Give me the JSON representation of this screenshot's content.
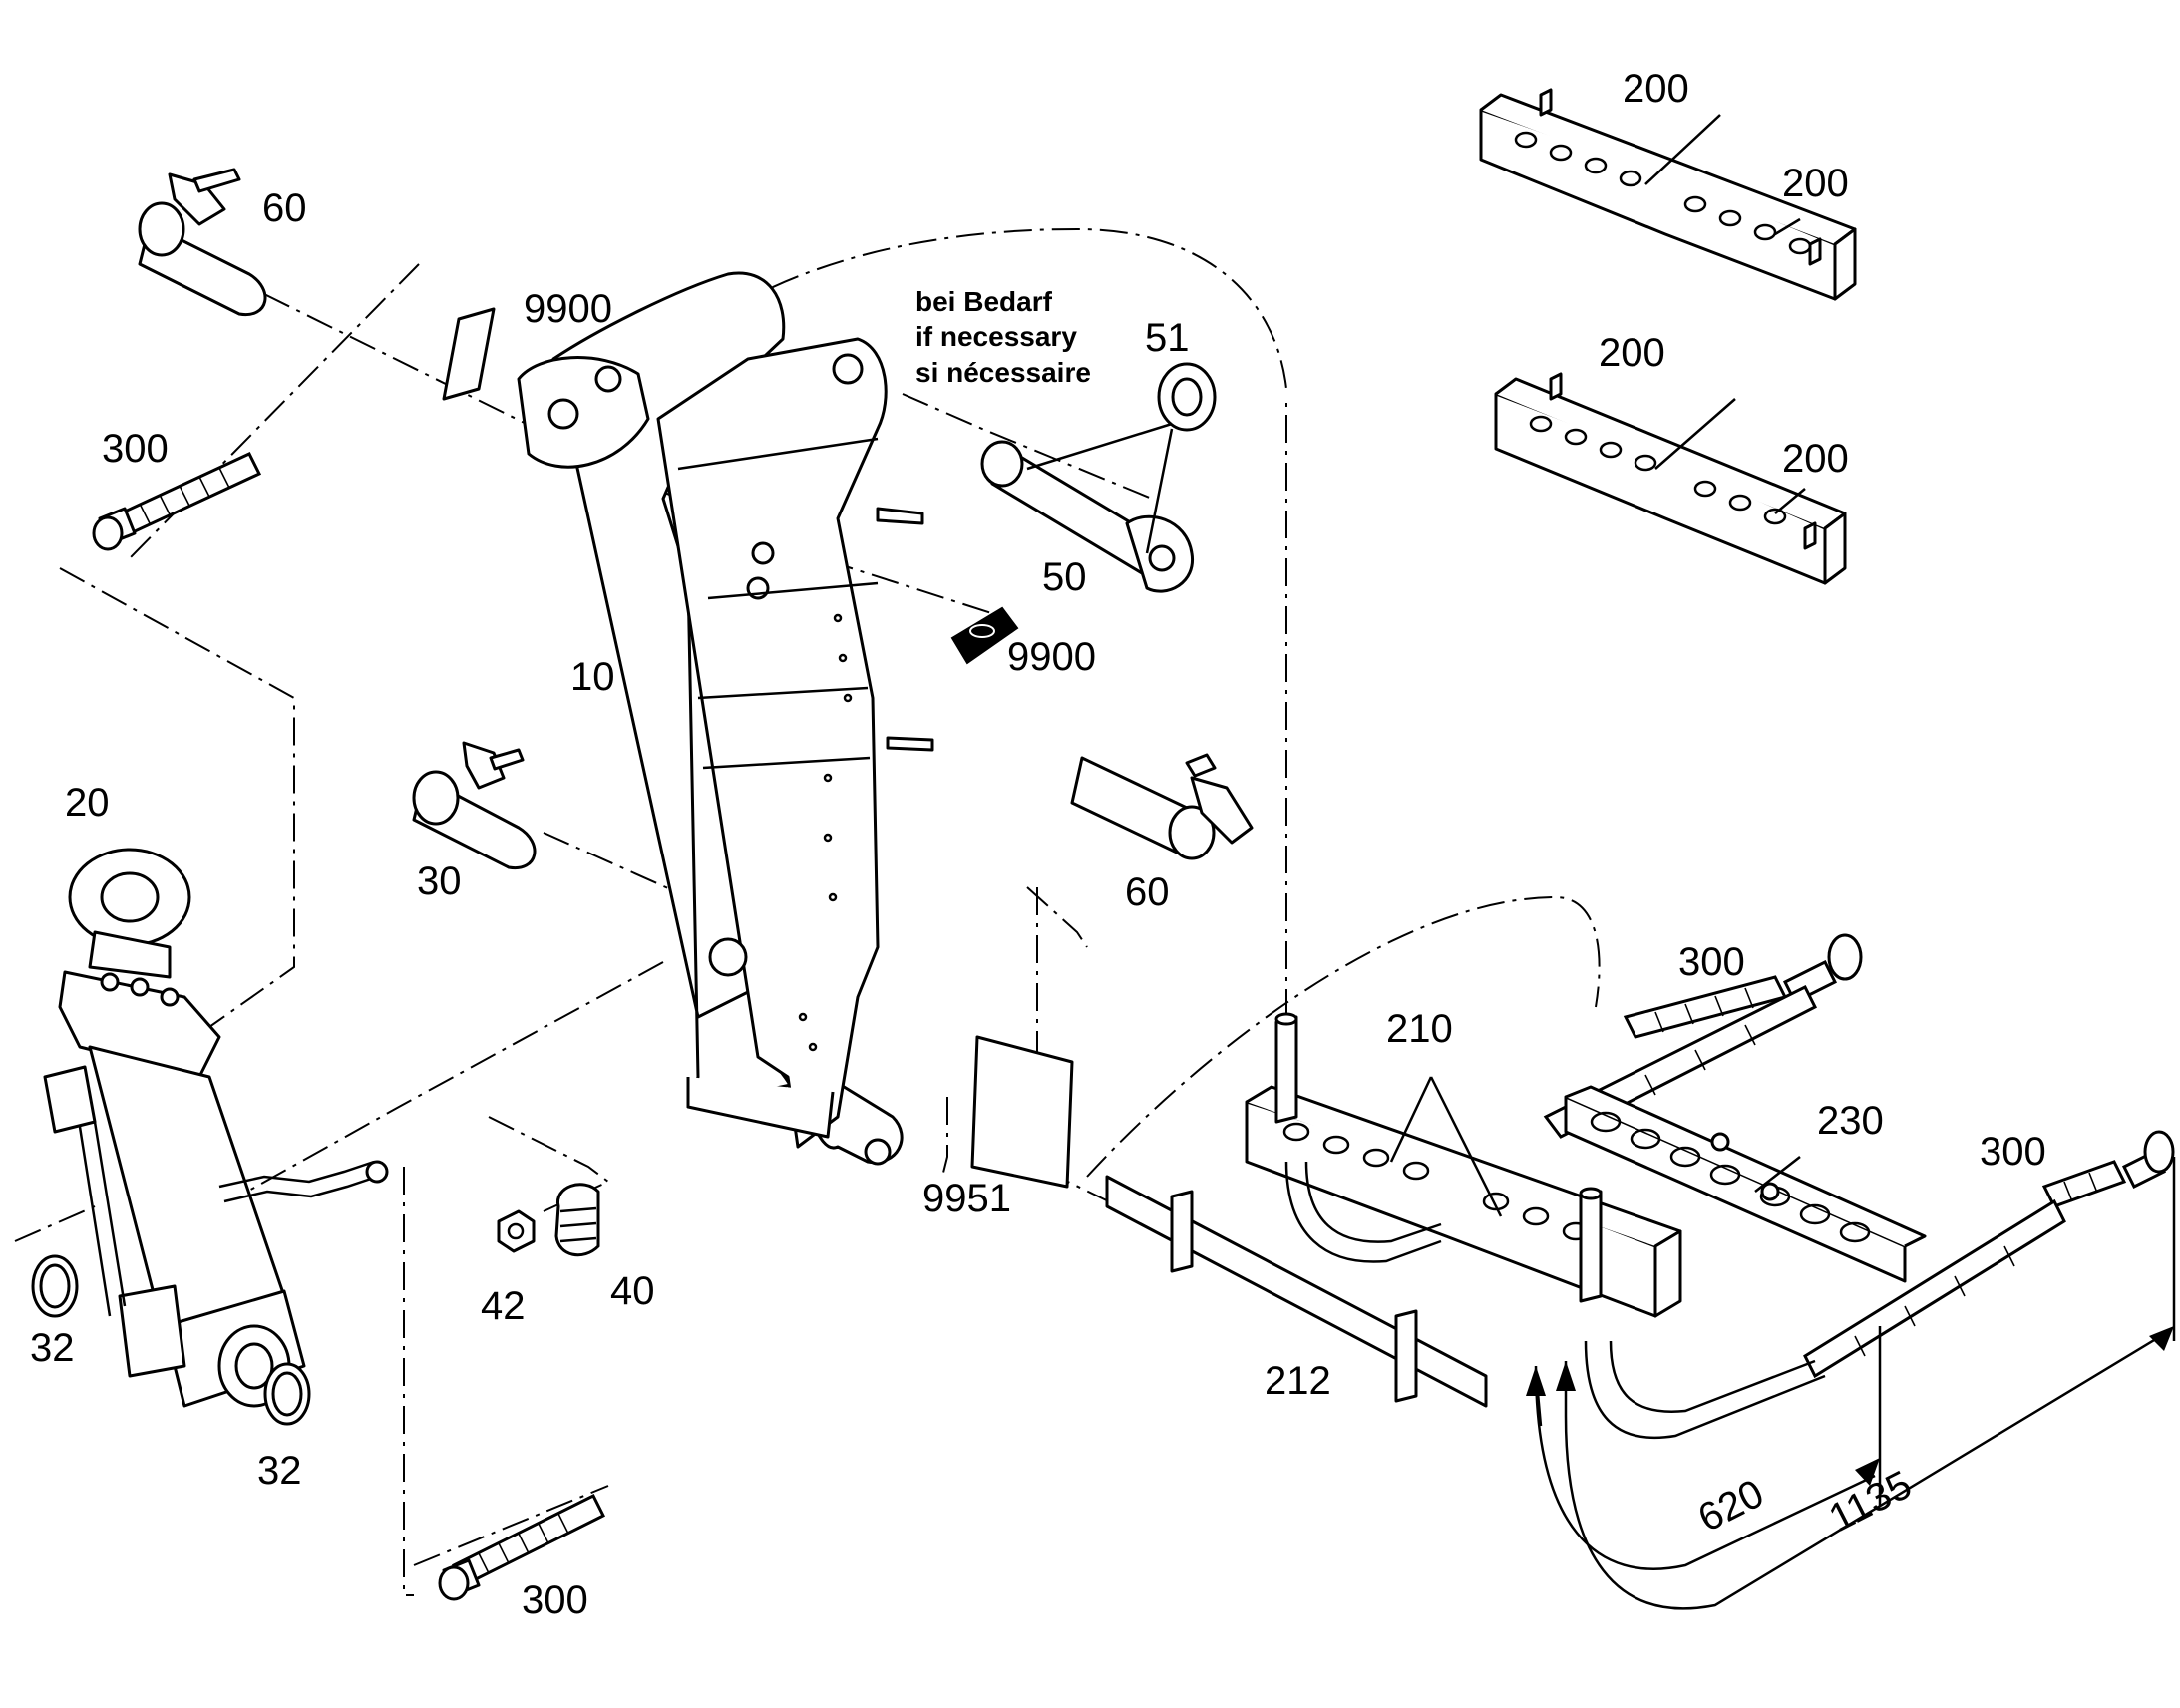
{
  "note": {
    "line1": "bei Bedarf",
    "line2": "if necessary",
    "line3": "si nécessaire"
  },
  "callouts": {
    "c10": "10",
    "c20": "20",
    "c30": "30",
    "c32a": "32",
    "c32b": "32",
    "c40": "40",
    "c42": "42",
    "c50": "50",
    "c51": "51",
    "c60a": "60",
    "c60b": "60",
    "c200a": "200",
    "c200b": "200",
    "c200c": "200",
    "c200d": "200",
    "c210": "210",
    "c212": "212",
    "c230": "230",
    "c300a": "300",
    "c300b": "300",
    "c300c": "300",
    "c300d": "300",
    "c9900a": "9900",
    "c9900b": "9900",
    "c9951": "9951"
  },
  "dimensions": {
    "d620": "620",
    "d1135": "1135"
  }
}
